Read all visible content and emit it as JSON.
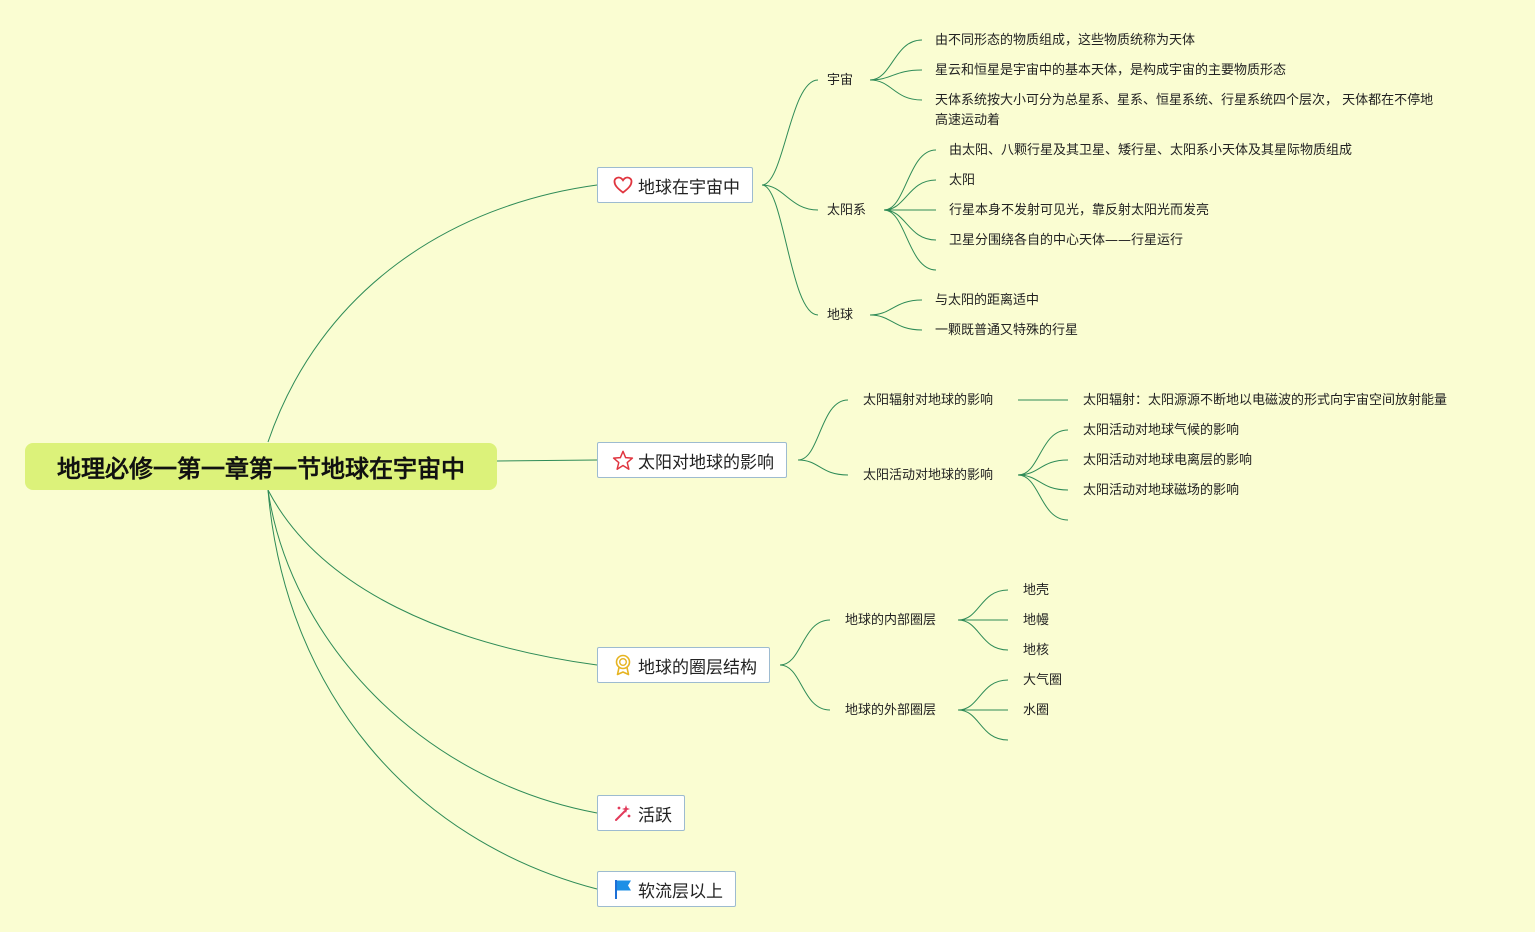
{
  "root": {
    "title": "地理必修一第一章第一节地球在宇宙中"
  },
  "colors": {
    "background": "#fafdd2",
    "root_fill": "#dcf27a",
    "line": "#2e8b57",
    "node_border": "#9dbbd0"
  },
  "branches": [
    {
      "label": "地球在宇宙中",
      "icon": "heart-icon",
      "children": [
        {
          "label": "宇宙",
          "items": [
            "由不同形态的物质组成，这些物质统称为天体",
            "星云和恒星是宇宙中的基本天体，是构成宇宙的主要物质形态",
            "天体系统按大小可分为总星系、星系、恒星系统、行星系统四个层次， 天体都在不停地高速运动着"
          ]
        },
        {
          "label": "太阳系",
          "items": [
            "由太阳、八颗行星及其卫星、矮行星、太阳系小天体及其星际物质组成",
            "太阳",
            "行星本身不发射可见光，靠反射太阳光而发亮",
            "卫星分围绕各自的中心天体——行星运行",
            ""
          ]
        },
        {
          "label": "地球",
          "items": [
            "与太阳的距离适中",
            "一颗既普通又特殊的行星"
          ]
        }
      ]
    },
    {
      "label": "太阳对地球的影响",
      "icon": "star-icon",
      "children": [
        {
          "label": "太阳辐射对地球的影响",
          "items": [
            "太阳辐射：太阳源源不断地以电磁波的形式向宇宙空间放射能量"
          ]
        },
        {
          "label": "太阳活动对地球的影响",
          "items": [
            "太阳活动对地球气候的影响",
            "太阳活动对地球电离层的影响",
            "太阳活动对地球磁场的影响",
            ""
          ]
        }
      ]
    },
    {
      "label": "地球的圈层结构",
      "icon": "medal-icon",
      "children": [
        {
          "label": "地球的内部圈层",
          "items": [
            "地壳",
            "地幔",
            "地核"
          ]
        },
        {
          "label": "地球的外部圈层",
          "items": [
            "大气圈",
            "水圈",
            ""
          ]
        }
      ]
    },
    {
      "label": "活跃",
      "icon": "sparkle-icon",
      "children": []
    },
    {
      "label": "软流层以上",
      "icon": "flag-icon",
      "children": []
    }
  ]
}
